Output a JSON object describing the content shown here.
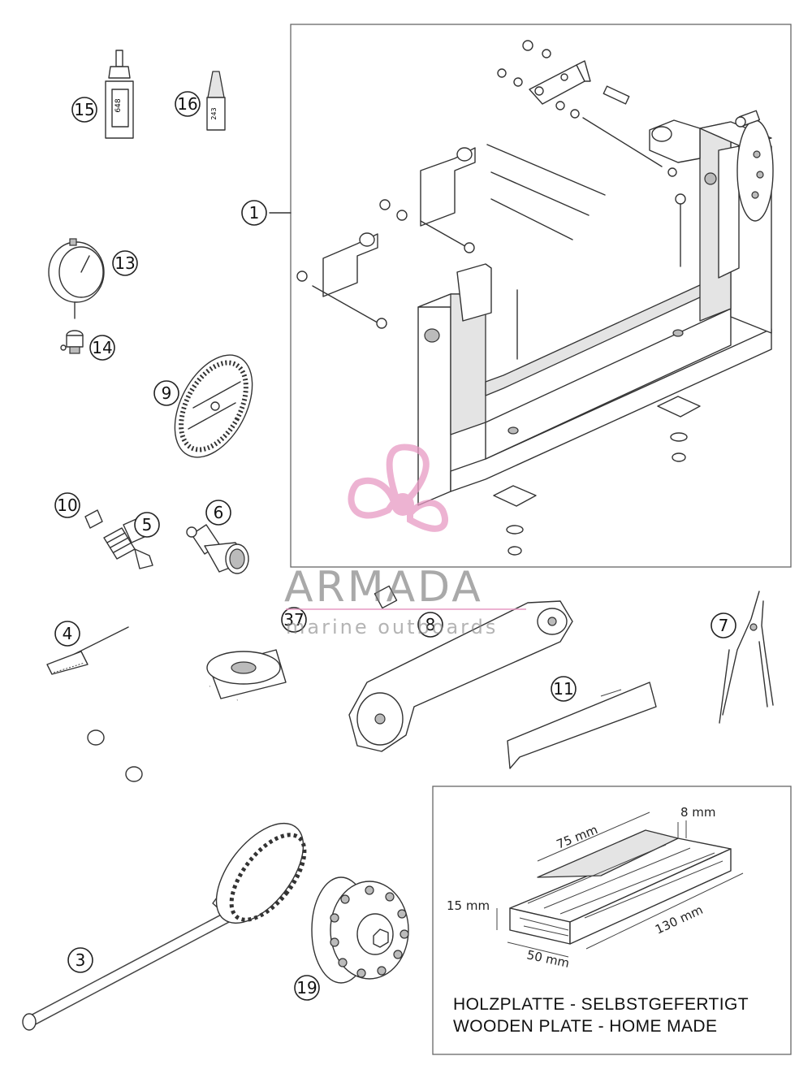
{
  "callouts": {
    "c1": "1",
    "c3": "3",
    "c4": "4",
    "c5": "5",
    "c6": "6",
    "c7": "7",
    "c8": "8",
    "c9": "9",
    "c10": "10",
    "c11": "11",
    "c13": "13",
    "c14": "14",
    "c15": "15",
    "c16": "16",
    "c19": "19",
    "c37": "37"
  },
  "wooden_plate": {
    "dim_75": "75 mm",
    "dim_8": "8 mm",
    "dim_15": "15 mm",
    "dim_50": "50 mm",
    "dim_130": "130 mm",
    "caption_de": "HOLZPLATTE - SELBSTGEFERTIGT",
    "caption_en": "WOODEN PLATE - HOME MADE"
  },
  "watermark": {
    "brand": "ARMADA",
    "tagline": "marine outboards",
    "color_pink": "#e89ac4",
    "color_grey": "#7a7a7a"
  },
  "bottle_labels": {
    "bottle_15": "648",
    "tube_16": "243"
  }
}
